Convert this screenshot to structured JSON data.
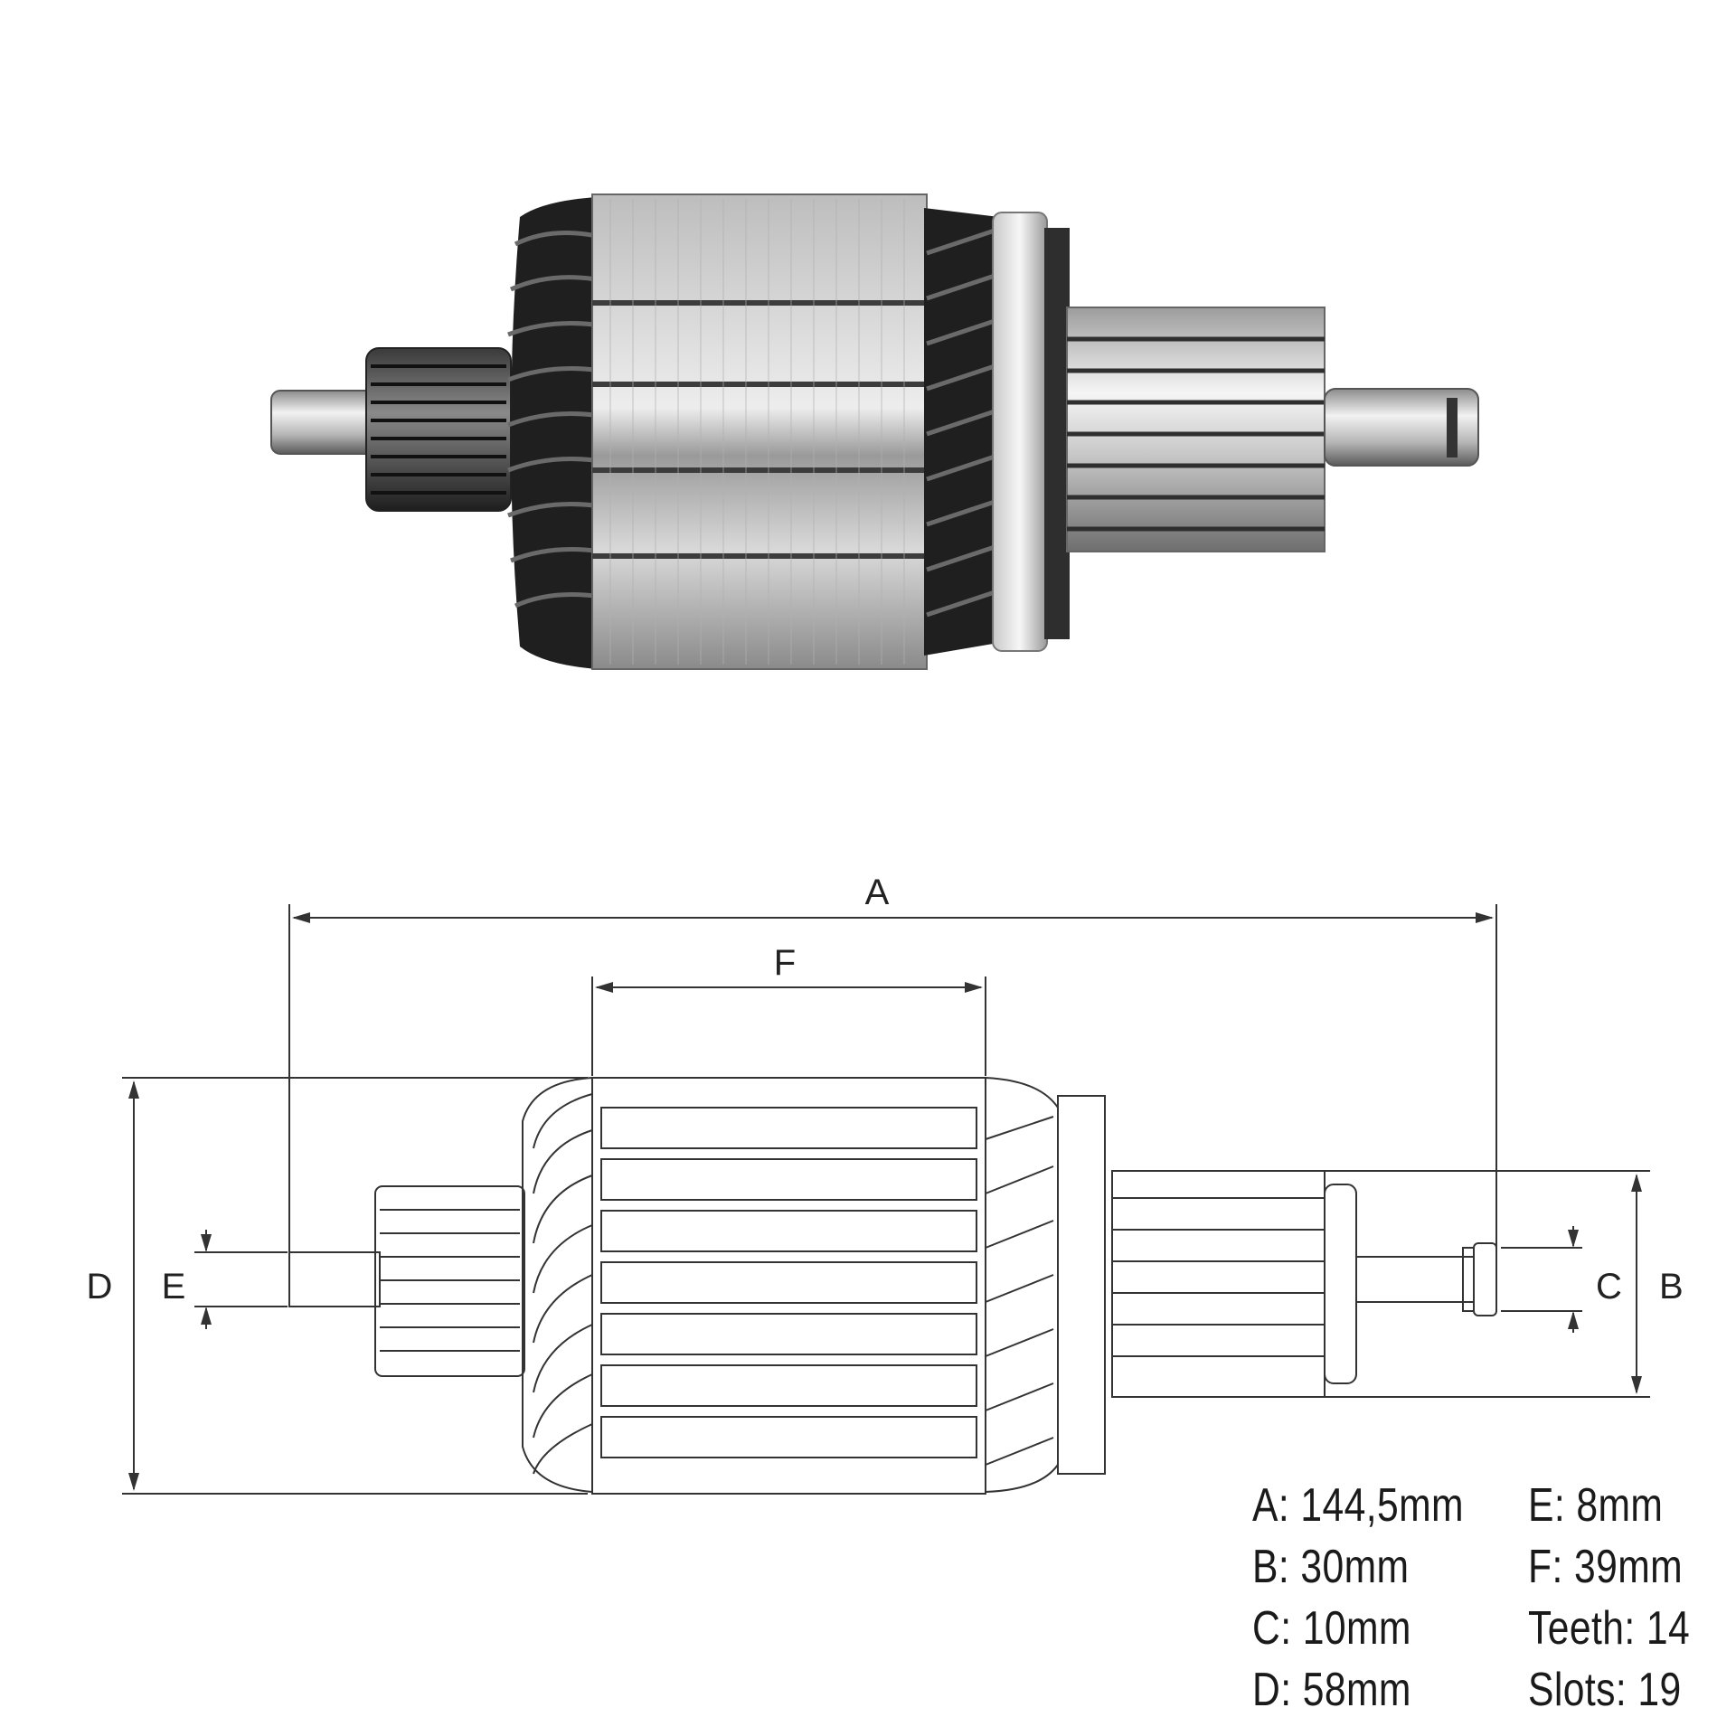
{
  "dimension_letters": {
    "a": "A",
    "b": "B",
    "c": "C",
    "d": "D",
    "e": "E",
    "f": "F"
  },
  "specs": {
    "a": "A: 144,5mm",
    "b": "B: 30mm",
    "c": "C: 10mm",
    "d": "D: 58mm",
    "e": "E: 8mm",
    "f": "F: 39mm",
    "teeth": "Teeth: 14",
    "slots": "Slots: 19"
  },
  "colors": {
    "line": "#333333",
    "steel_light": "#e6e6e6",
    "steel_dark": "#7a7a7a",
    "winding_dark": "#2a2a2a"
  }
}
